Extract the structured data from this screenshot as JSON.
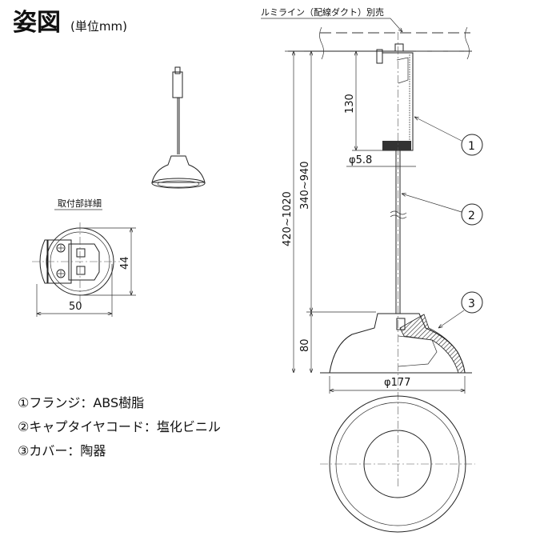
{
  "title": {
    "main": "姿図",
    "unit": "(単位mm)"
  },
  "detail": {
    "label": "取付部詳細",
    "dim_height": "44",
    "dim_width": "50"
  },
  "main_view": {
    "duct_label": "ルミライン（配線ダクト）別売",
    "dim_total": "420~1020",
    "dim_cord": "340~940",
    "dim_flange": "130",
    "dim_shade": "80",
    "dim_cord_dia": "φ5.8",
    "dim_shade_dia": "φ177",
    "callouts": [
      "1",
      "2",
      "3"
    ]
  },
  "legend": [
    "①フランジ：ABS樹脂",
    "②キャプタイヤコード：塩化ビニル",
    "③カバー：陶器"
  ]
}
